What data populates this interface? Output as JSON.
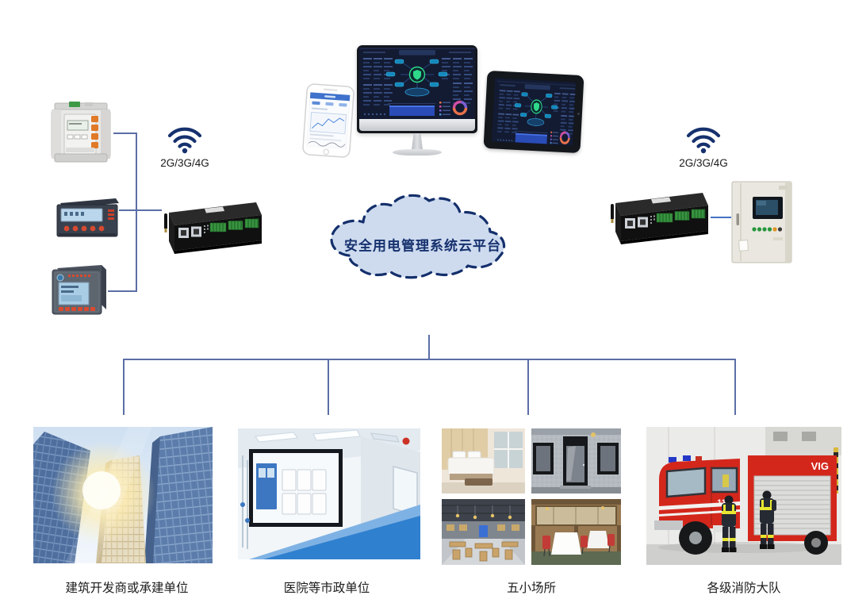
{
  "cloud": {
    "label": "安全用电管理系统云平台"
  },
  "uplinks": {
    "left": "2G/3G/4G",
    "right": "2G/3G/4G"
  },
  "sites": [
    {
      "label": "建筑开发商或承建单位"
    },
    {
      "label": "医院等市政单位"
    },
    {
      "label": "五小场所"
    },
    {
      "label": "各级消防大队"
    }
  ],
  "fire_truck": {
    "door_number": "115",
    "body_text": "VIG"
  },
  "colors": {
    "navy": "#16316e",
    "cloud_fill": "#cedbef",
    "connector_blue": "#5b6ea6",
    "truck_red": "#d3271c"
  }
}
